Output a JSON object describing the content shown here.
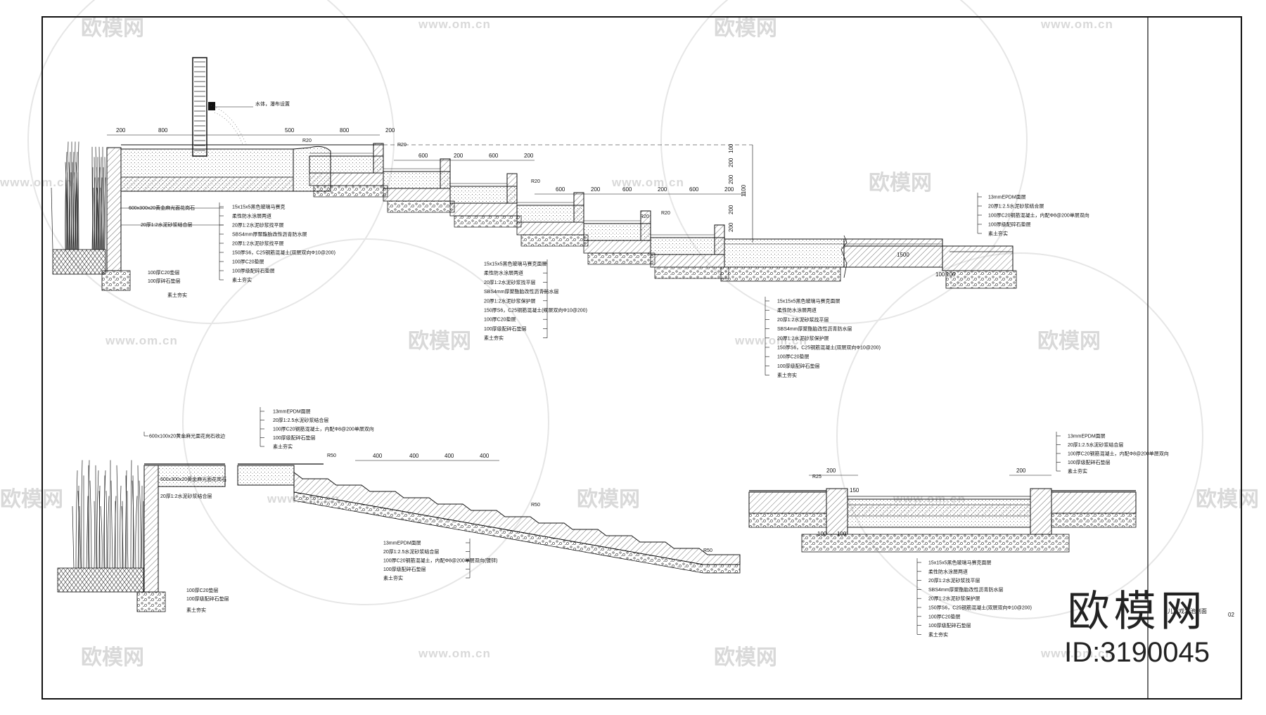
{
  "watermarks": {
    "logo_text": "欧模网",
    "url_text": "www.om.cn"
  },
  "brand": {
    "name": "欧模网",
    "id": "ID:3190045"
  },
  "sheet": {
    "corner_label": "02"
  },
  "section1": {
    "top_dims": [
      "200",
      "800",
      "500",
      "800",
      "200"
    ],
    "mid_dims": [
      "600",
      "200",
      "600",
      "200"
    ],
    "low_dims": [
      "600",
      "200",
      "600",
      "200",
      "600",
      "200"
    ],
    "radii": [
      "R20",
      "R20",
      "R20",
      "R20",
      "R20"
    ],
    "right_dims": [
      "100",
      "200",
      "200",
      "1100",
      "200",
      "200"
    ],
    "left_detail": [
      "15x15x5黑色玻璃马赛克",
      "600x300x20黄金麻光面花岗石",
      "20厚1:2水泥砂浆结合层",
      "100厚C20垫层",
      "100厚碎石垫层",
      "素土夯实"
    ],
    "label_upper_right": "水体，瀑布设置",
    "stack_a": [
      "15x15x5黑色玻璃马赛克",
      "柔性防水涂层两道",
      "20厚1:2水泥砂浆找平层",
      "SBS4mm厚聚酯胎改性沥青防水层",
      "20厚1:2水泥砂浆找平层",
      "150厚S6，C25钢筋混凝土(双层双向Φ10@200)",
      "100厚C20垫层",
      "100厚级配碎石垫层",
      "素土夯实"
    ],
    "stack_b": [
      "15x15x5黑色玻璃马赛克面层",
      "柔性防水涂层两道",
      "20厚1:2水泥砂浆找平层",
      "SBS4mm厚聚酯胎改性沥青防水层",
      "20厚1:2水泥砂浆保护层",
      "150厚S6，C25钢筋混凝土(双层双向Φ10@200)",
      "100厚C20垫层",
      "100厚级配碎石垫层",
      "素土夯实"
    ],
    "stack_c": [
      "15x15x5黑色玻璃马赛克面层",
      "柔性防水涂层两道",
      "20厚1:2水泥砂浆找平层",
      "SBS4mm厚聚酯胎改性沥青防水层",
      "20厚1:2水泥砂浆保护层",
      "150厚S6，C25钢筋混凝土(双层双向Φ10@200)",
      "100厚C20垫层",
      "100厚级配碎石垫层",
      "素土夯实"
    ],
    "stack_epdm": [
      "13mmEPDM面层",
      "20厚1:2.5水泥砂浆结合层",
      "100厚C20钢筋混凝土，内配Φ8@200单层双向",
      "100厚级配碎石垫层",
      "素土夯实"
    ],
    "small_dims": [
      "1500",
      "100",
      "100"
    ]
  },
  "section2": {
    "stair_dims": [
      "400",
      "400",
      "400",
      "400"
    ],
    "top_labels": [
      "13mmEPDM面层",
      "20厚1:2.5水泥砂浆结合层",
      "100厚C20钢筋混凝土，内配Φ8@200单层双向",
      "100厚级配碎石垫层",
      "素土夯实"
    ],
    "left_labels": [
      "600x100x20黄金麻光面花岗石收边",
      "600x300x20黄金麻光面花岗石",
      "20厚1:2水泥砂浆结合层",
      "100厚C20垫层",
      "100厚级配碎石垫层",
      "素土夯实"
    ],
    "bottom_labels": [
      "13mmEPDM面层",
      "20厚1:2.5水泥砂浆结合层",
      "100厚C20钢筋混凝土，内配Φ8@200单层双向(镀锌)",
      "100厚级配碎石垫层",
      "素土夯实"
    ],
    "radii": [
      "R50",
      "R50",
      "R50"
    ]
  },
  "section3": {
    "dims": [
      "200",
      "200",
      "150",
      "100",
      "100"
    ],
    "radius": "R25",
    "top_labels": [
      "13mmEPDM面层",
      "20厚1:2.5水泥砂浆结合层",
      "100厚C20钢筋混凝土，内配Φ8@200单层双向",
      "100厚级配碎石垫层",
      "素土夯实"
    ],
    "bottom_labels": [
      "15x15x5黑色玻璃马赛克面层",
      "柔性防水涂层两道",
      "20厚1:2水泥砂浆找平层",
      "SBS4mm厚聚酯胎改性沥青防水层",
      "20厚1:2水泥砂浆保护层",
      "150厚S6，C25钢筋混凝土(双层双向Φ10@200)",
      "100厚C20垫层",
      "100厚级配碎石垫层",
      "素土夯实"
    ],
    "section_title": "儿童戏水池剖面"
  }
}
